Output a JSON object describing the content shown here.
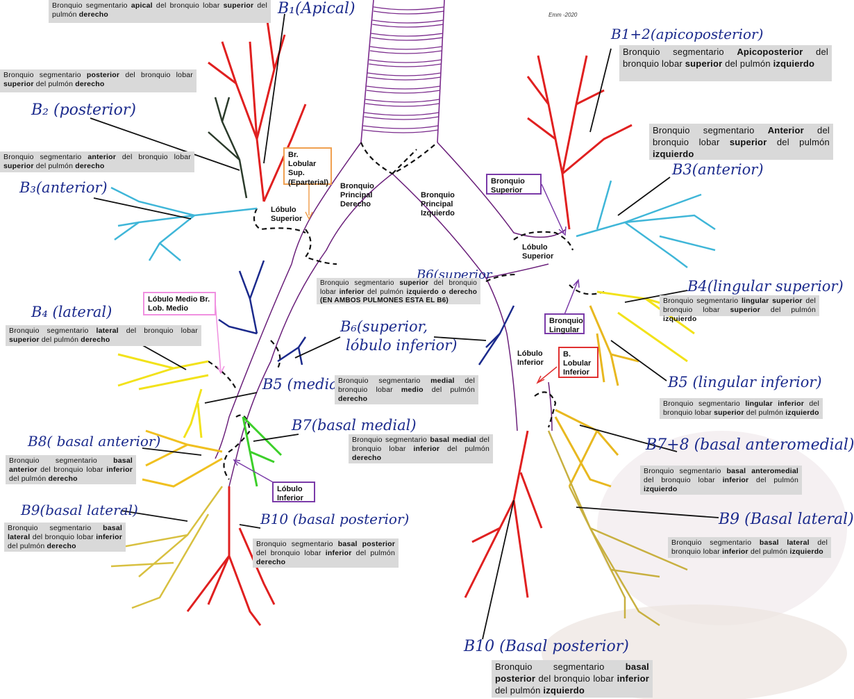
{
  "watermark": "Emm -2020",
  "colors": {
    "ink": "#1b2a8c",
    "apical": "#e02020",
    "posterior": "#2b3b2b",
    "anterior": "#3fb6d8",
    "lateral": "#f2e21a",
    "medial": "#3ccf2a",
    "basal": "#e8b820",
    "trachea_ring": "#7a2a8c",
    "orange_box": "#f0a050",
    "purple_box": "#7a3aa8",
    "pink_box": "#f090e0",
    "red_box": "#e03030"
  },
  "hand_labels": {
    "b1": "B₁(Apical)",
    "b2": "B₂ (posterior)",
    "b3": "B₃(anterior)",
    "b4": "B₄ (lateral)",
    "b5": "B5 (medial)",
    "b6": "B₆(superior,",
    "b6b": "lóbulo inferior)",
    "b7": "B7(basal medial)",
    "b8": "B8( basal anterior)",
    "b9": "B9(basal lateral)",
    "b10": "B10 (basal posterior)",
    "l_b12": "B1+2(apicoposterior)",
    "l_b3": "B3(anterior)",
    "l_b4": "B4(lingular superior)",
    "l_b5": "B5 (lingular inferior)",
    "l_b78": "B7+8 (basal anteromedial)",
    "l_b9": "B9 (Basal lateral)",
    "l_b10": "B10 (Basal posterior)",
    "l_b6_partial": "B6(superior"
  },
  "boxes": {
    "r_apical": [
      "Bronquio segmentario ",
      "apical",
      " del bronquio lobar ",
      "superior",
      " del pulmón ",
      "derecho"
    ],
    "r_posterior": [
      "Bronquio segmentario ",
      "posterior",
      " del bronquio lobar ",
      "superior",
      " del pulmón ",
      "derecho"
    ],
    "r_anterior": [
      "Bronquio segmentario ",
      "anterior",
      " del bronquio lobar ",
      "superior",
      " del pulmón ",
      "derecho"
    ],
    "r_lateral": [
      "Bronquio segmentario ",
      "lateral",
      " del bronquio lobar ",
      "superior",
      " del pulmón ",
      "derecho"
    ],
    "superior_both": [
      "Bronquio segmentario ",
      "superior",
      " del bronquio lobar ",
      "inferior",
      " del pulmón ",
      "izquierdo o derecho",
      " ",
      "(EN AMBOS PULMONES ESTA EL B6)",
      ""
    ],
    "r_medial": [
      "Bronquio segmentario ",
      "medial",
      " del bronquio lobar ",
      "medio",
      " del pulmón ",
      "derecho"
    ],
    "r_basal_medial": [
      "Bronquio segmentario ",
      "basal medial",
      " del bronquio lobar ",
      "inferior",
      " del pulmón ",
      "derecho"
    ],
    "r_basal_anterior": [
      "Bronquio segmentario ",
      "basal anterior",
      " del bronquio lobar ",
      "inferior",
      " del pulmón ",
      "derecho"
    ],
    "r_basal_lateral": [
      "Bronquio segmentario ",
      "basal lateral",
      " del bronquio lobar ",
      "inferior",
      " del pulmón ",
      "derecho"
    ],
    "r_basal_posterior": [
      "Bronquio segmentario ",
      "basal posterior",
      " del bronquio lobar ",
      "inferior",
      " del pulmón ",
      "derecho"
    ],
    "l_apicoposterior": [
      "Bronquio segmentario ",
      "Apicoposterior",
      " del bronquio lobar ",
      "superior",
      " del pulmón ",
      "izquierdo"
    ],
    "l_anterior": [
      "Bronquio segmentario ",
      "Anterior",
      " del bronquio lobar ",
      "superior",
      " del pulmón ",
      "izquierdo"
    ],
    "l_lingular_sup": [
      "Bronquio segmentario ",
      "lingular superior",
      " del bronquio lobar ",
      "superior",
      " del pulmón ",
      "izquierdo"
    ],
    "l_lingular_inf": [
      "Bronquio segmentario ",
      "lingular inferior",
      " del bronquio lobar ",
      "superior",
      " del pulmón ",
      "izquierdo"
    ],
    "l_basal_anteromedial": [
      "Bronquio segmentario ",
      "basal anteromedial",
      " del bronquio lobar ",
      "inferior",
      " del pulmón ",
      "izquierdo"
    ],
    "l_basal_lateral": [
      "Bronquio segmentario ",
      "basal lateral",
      " del bronquio lobar ",
      "inferior",
      " del pulmón ",
      "izquierdo"
    ],
    "l_basal_posterior": [
      "Bronquio segmentario ",
      "basal posterior",
      " del bronquio lobar ",
      "inferior",
      " del pulmón ",
      "izquierdo"
    ]
  },
  "labels": {
    "br_principal_der": "Bronquio Principal Derecho",
    "br_principal_izq": "Bronquio Principal Izquierdo",
    "lobulo_superior_r": "Lóbulo Superior",
    "lobulo_superior_l": "Lóbulo Superior",
    "lobulo_inferior_l": "Lóbulo Inferior",
    "br_lobular_sup": "Br. Lobular Sup. (Eparterial)",
    "lobulo_medio": "Lóbulo Medio Br. Lob. Medio",
    "lobulo_inferior_r": "Lóbulo Inferior",
    "bronquio_superior": "Bronquio Superior",
    "bronquio_lingular": "Bronquio Lingular",
    "b_lobular_inferior": "B. Lobular Inferior"
  }
}
